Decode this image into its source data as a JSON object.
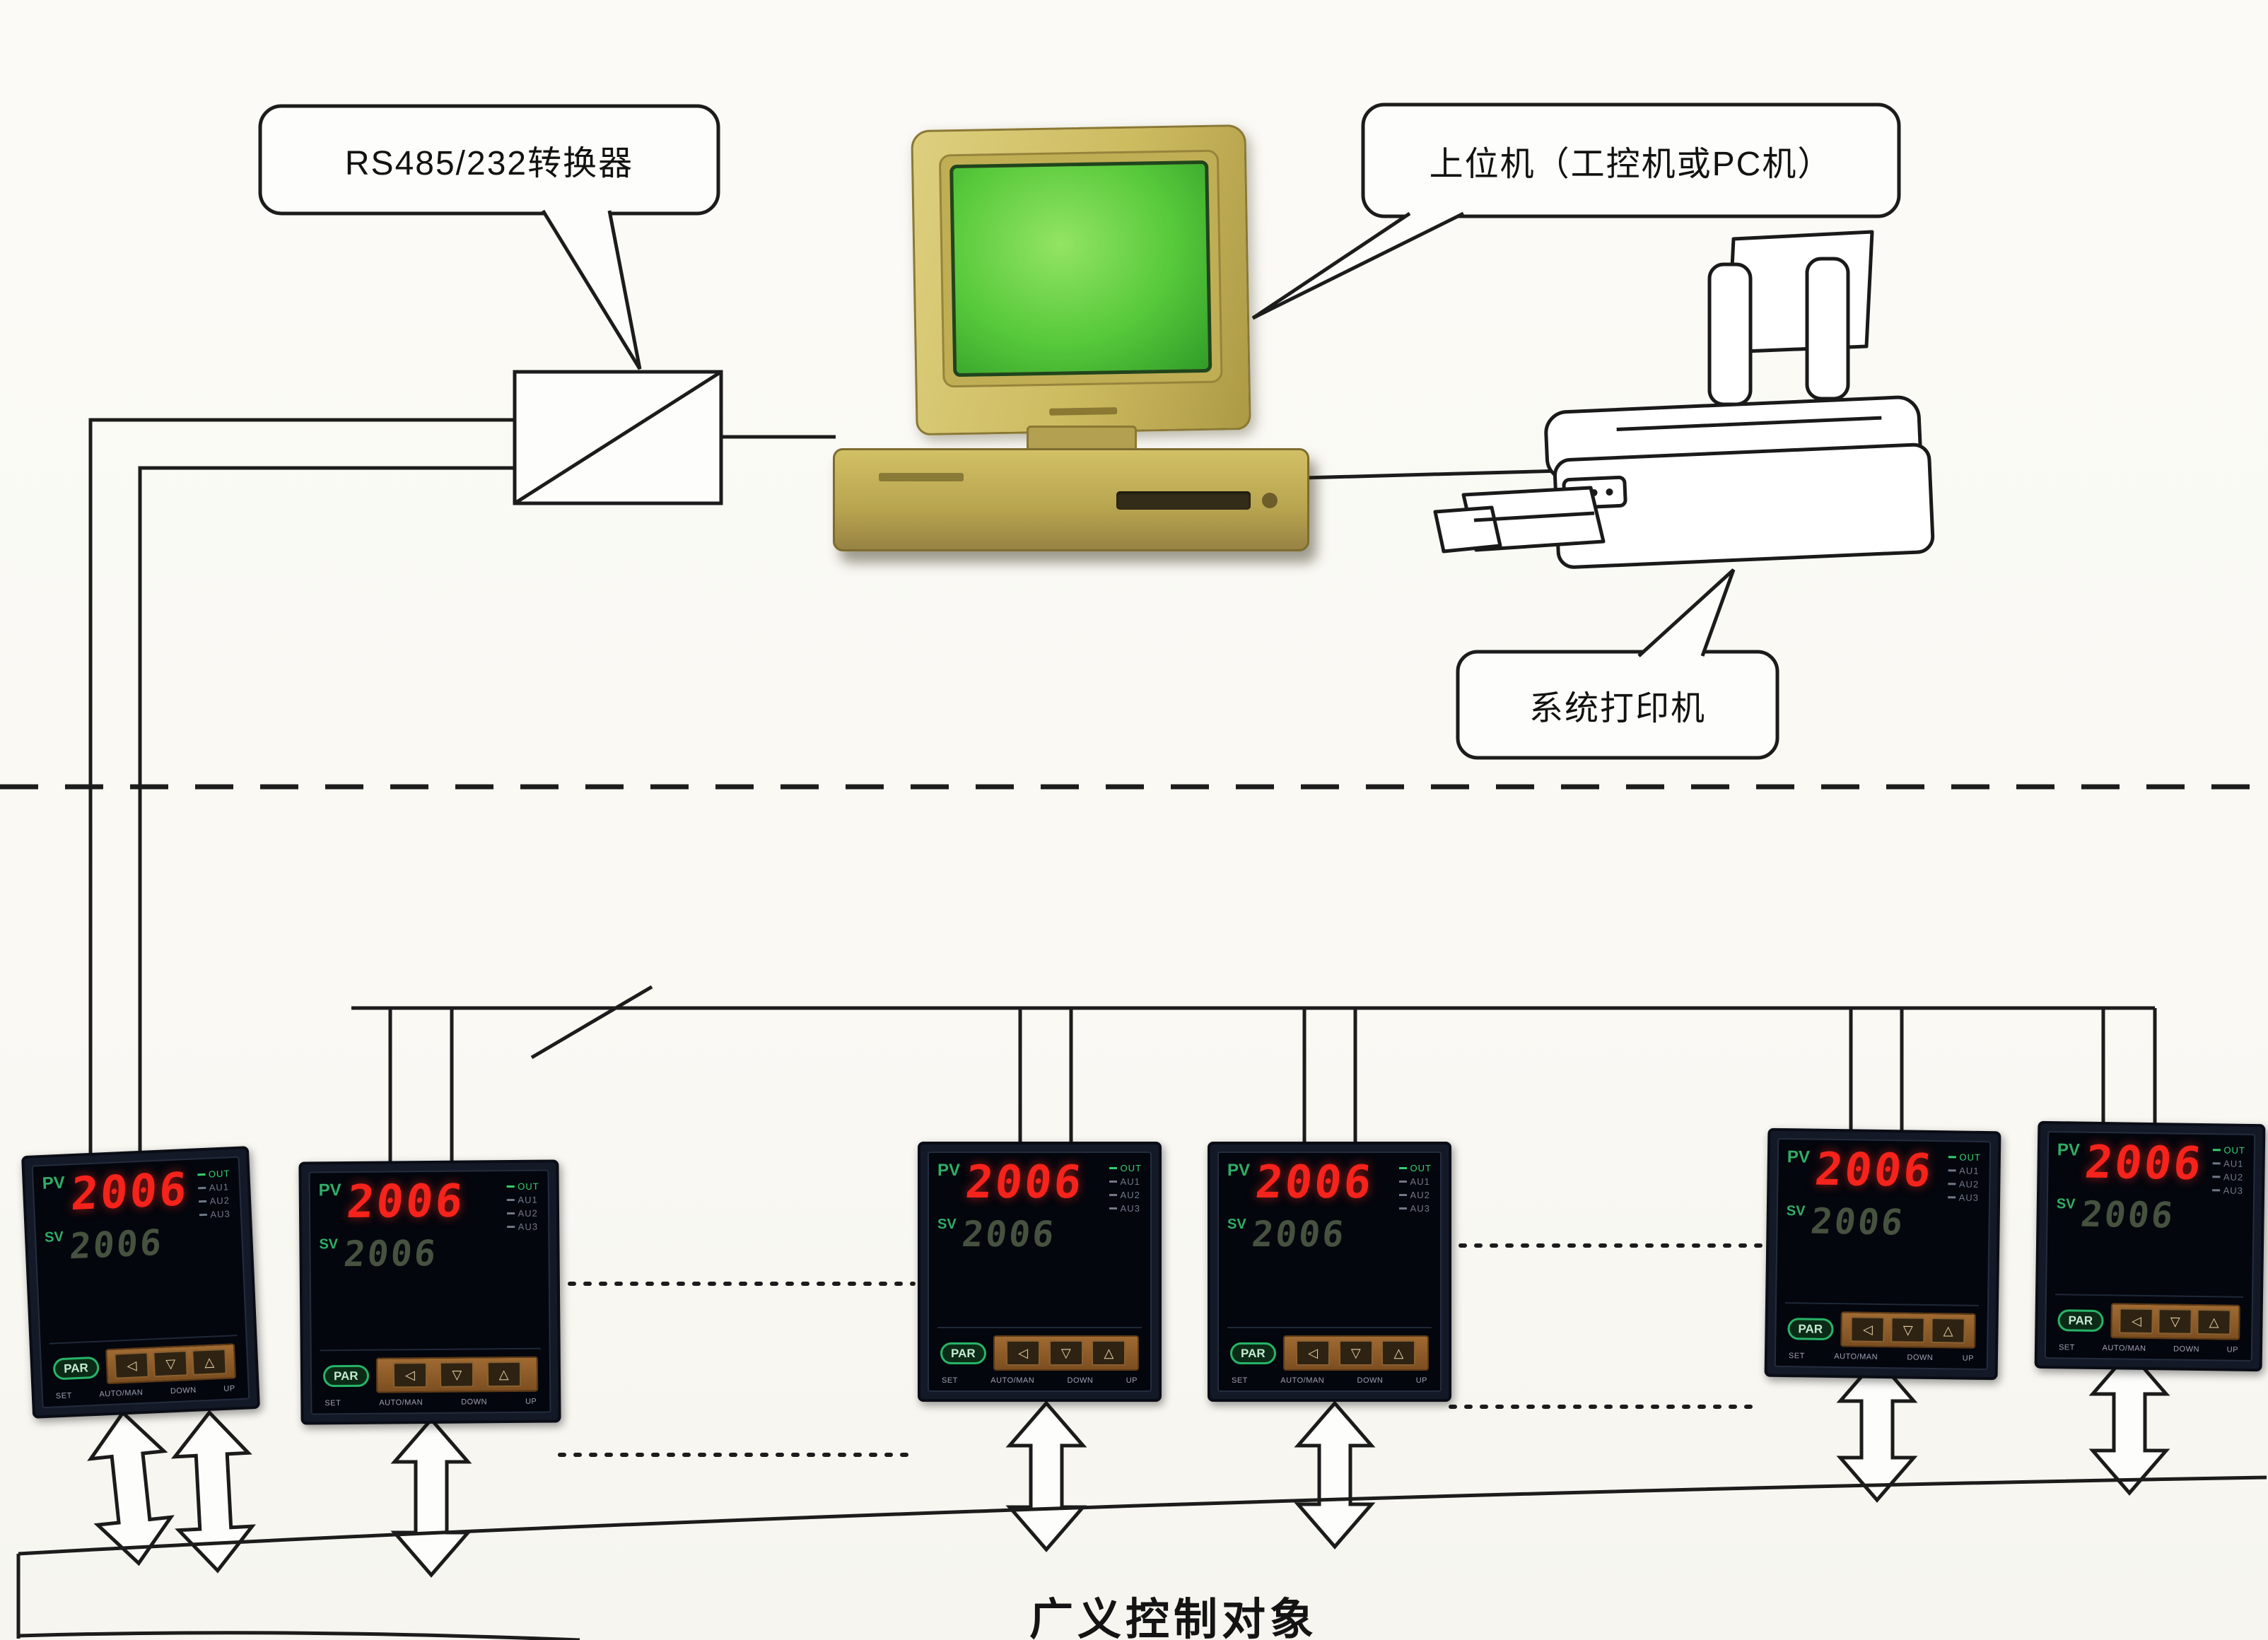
{
  "diagram": {
    "bubble_converter": "RS485/232转换器",
    "bubble_host": "上位机（工控机或PC机）",
    "bubble_printer": "系统打印机",
    "bottom_label": "广义控制对象"
  },
  "controller": {
    "pv_label": "PV",
    "pv_value": "2006",
    "sv_label": "SV",
    "sv_value": "2006",
    "indicators": [
      "OUT",
      "AU1",
      "AU2",
      "AU3"
    ],
    "par_label": "PAR",
    "keys": [
      "◁",
      "▽",
      "△"
    ],
    "key_labels": [
      "SET",
      "AUTO/MAN",
      "DOWN",
      "UP"
    ]
  },
  "colors": {
    "pv_display_red": "#f5231b",
    "sv_display_dim": "#46523f",
    "label_green": "#2fae67",
    "screen_green": "#57c93b",
    "monitor_beige": "#cdbb60",
    "key_strip_brown": "#8a5a28",
    "line_black": "#1c1c1c"
  }
}
